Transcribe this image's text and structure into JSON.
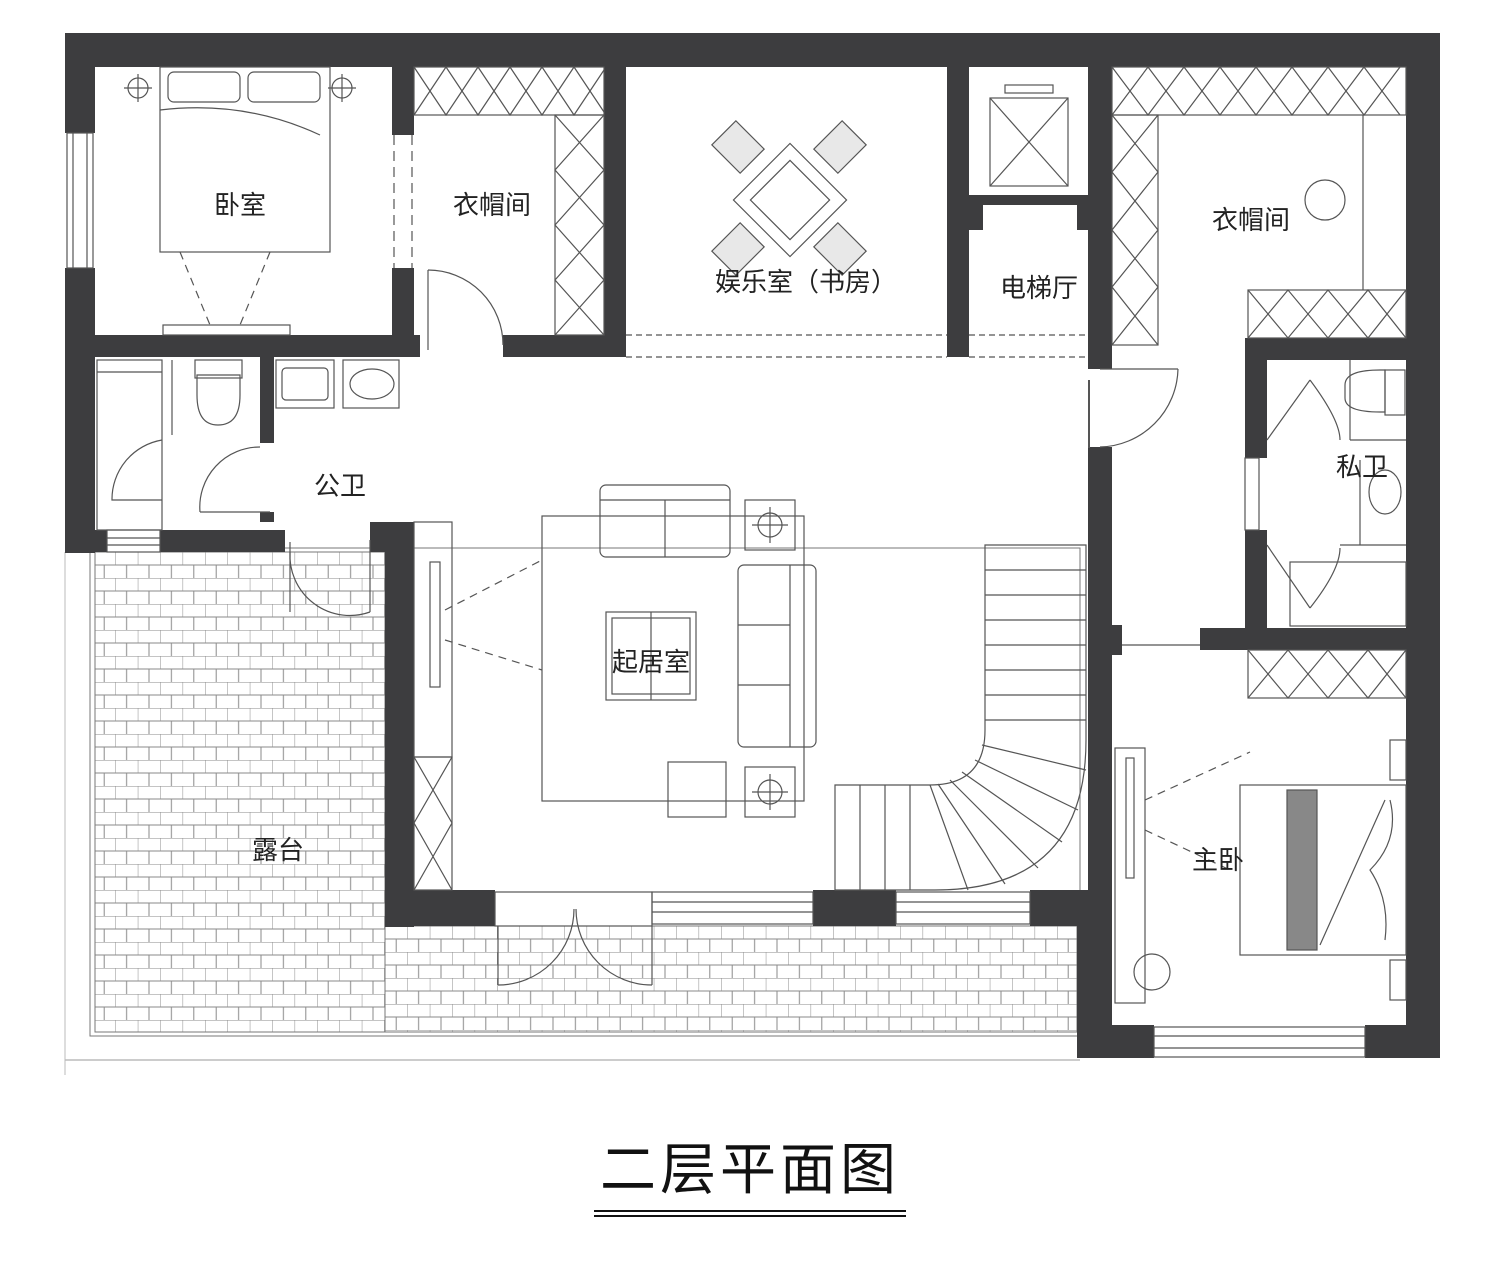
{
  "drawing": {
    "title": "二层平面图",
    "colors": {
      "wall": "#3d3d3f",
      "line": "#555555",
      "tile": "#777777"
    },
    "rooms": [
      {
        "key": "bedroom",
        "label": "卧室"
      },
      {
        "key": "cloakroom-left",
        "label": "衣帽间"
      },
      {
        "key": "study",
        "label": "娱乐室（书房）"
      },
      {
        "key": "elevator-hall",
        "label": "电梯厅"
      },
      {
        "key": "cloakroom-right",
        "label": "衣帽间"
      },
      {
        "key": "public-bath",
        "label": "公卫"
      },
      {
        "key": "living-room",
        "label": "起居室"
      },
      {
        "key": "private-bath",
        "label": "私卫"
      },
      {
        "key": "terrace",
        "label": "露台"
      },
      {
        "key": "master-bedroom",
        "label": "主卧"
      }
    ]
  }
}
